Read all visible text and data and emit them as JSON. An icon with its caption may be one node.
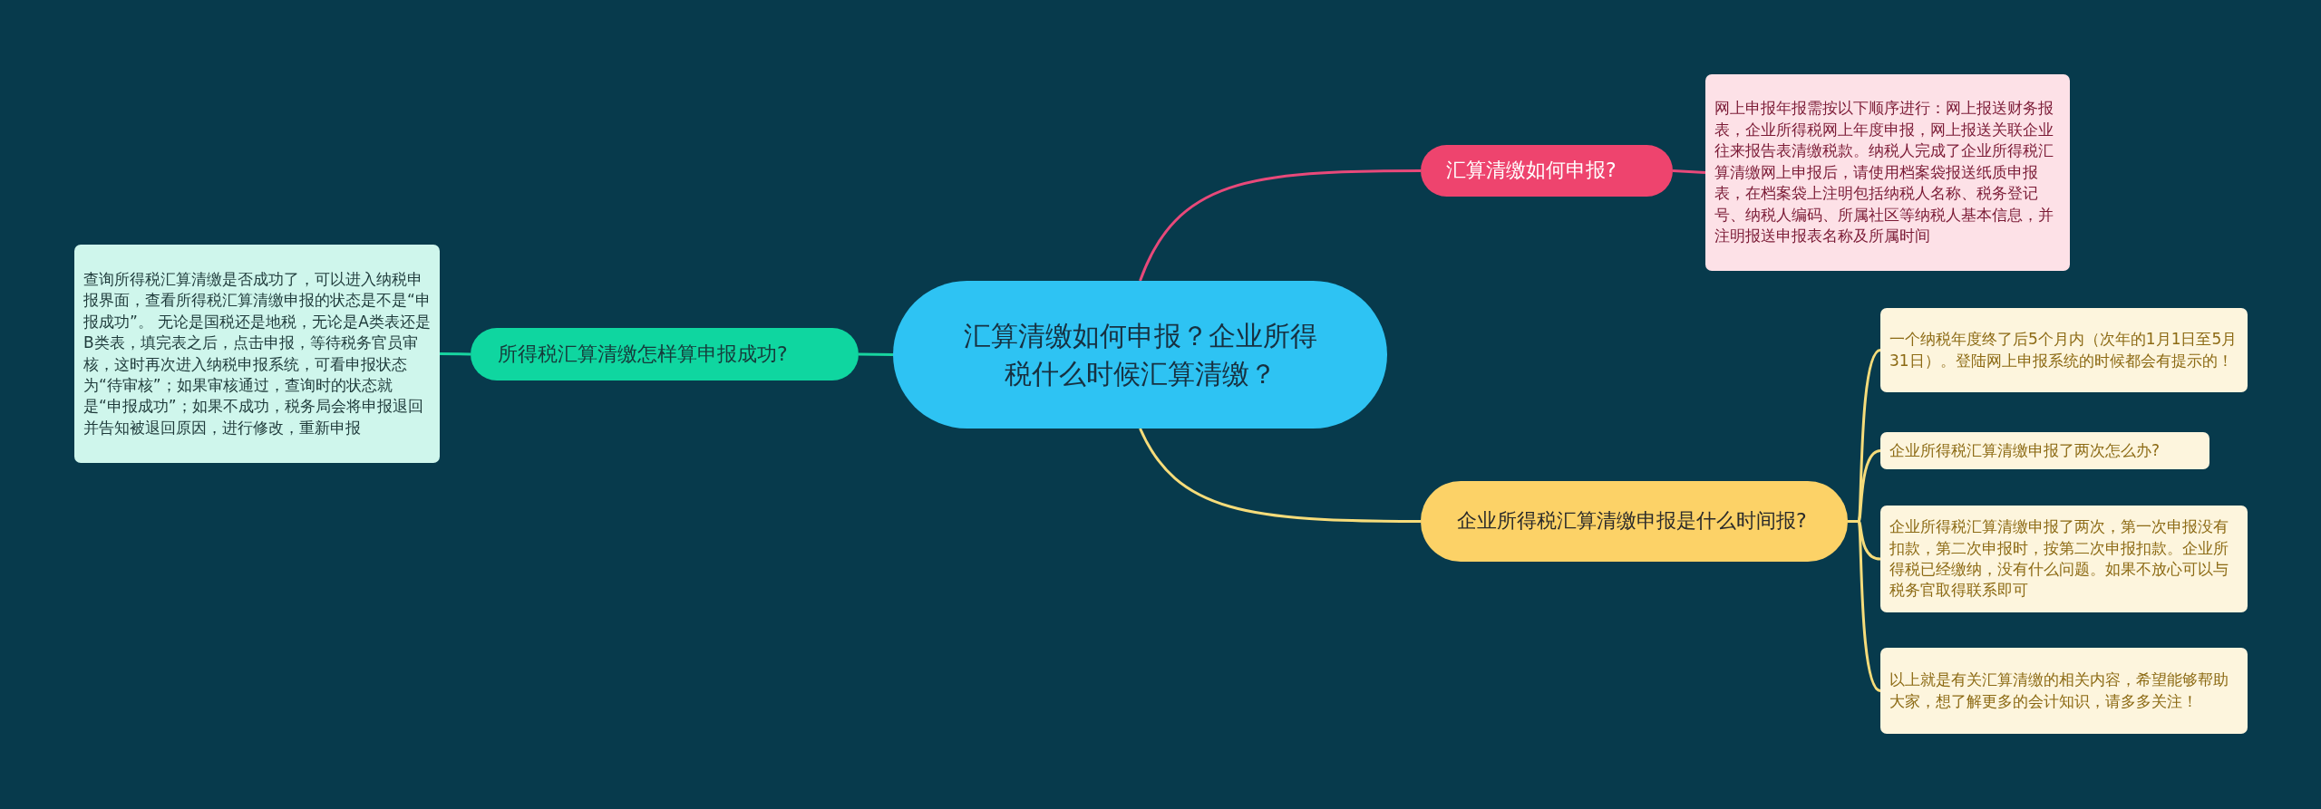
{
  "diagram": {
    "nodes": [
      {
        "text": [
          "汇算清缴如何申报？企业所得税什么时候汇算清缴？"
        ]
      },
      {
        "text": [
          "汇算清缴如何申报?"
        ]
      },
      {
        "text": [
          "网上申报年报需按以下顺序进行：网上报送财务报表，企业所得税网上年度申报，网上报送关联企业往来报告表清缴税款。纳税人完成了企业所得税汇算清缴网上申报后，请使用档案袋报送纸质申报表，在档案袋上注明包括纳税人名称、税务登记号、纳税人编码、所属社区等纳税人基本信息，并注明报送申报表名称及所属时间"
        ]
      },
      {
        "text": [
          "企业所得税汇算清缴申报是什么时间报?"
        ]
      },
      {
        "text": [
          "一个纳税年度终了后5个月内（次年的1月1日至5月31日）。登陆网上申报系统的时候都会有提示的！"
        ]
      },
      {
        "text": [
          "企业所得税汇算清缴申报了两次怎么办?"
        ]
      },
      {
        "text": [
          "企业所得税汇算清缴申报了两次，第一次申报没有扣款，第二次申报时，按第二次申报扣款。企业所得税已经缴纳，没有什么问题。如果不放心可以与税务官取得联系即可"
        ]
      },
      {
        "text": [
          "以上就是有关汇算清缴的相关内容，希望能够帮助大家，想了解更多的会计知识，请多多关注！"
        ]
      },
      {
        "text": [
          "所得税汇算清缴怎样算申报成功?"
        ]
      },
      {
        "text": [
          "查询所得税汇算清缴是否成功了，可以进入纳税申报界面，查看所得税汇算清缴申报的状态是不是“申报成功”。 无论是国税还是地税，无论是A类表还是B类表，填完表之后，点击申报，等待税务官员审核，这时再次进入纳税申报系统，可看申报状态为“待审核”；如果审核通过，查询时的状态就是“申报成功”；如果不成功，税务局会将申报退回并告知被退回原因，进行修改，重新申报"
        ]
      }
    ],
    "edges": [
      {
        "from": 0,
        "to": 1,
        "arrow": "none",
        "color": "#e8497a"
      },
      {
        "from": 1,
        "to": 2,
        "arrow": "none",
        "color": "#e8497a"
      },
      {
        "from": 0,
        "to": 3,
        "arrow": "none"
      },
      {
        "from": 3,
        "to": 4,
        "arrow": "none"
      },
      {
        "from": 3,
        "to": 5,
        "arrow": "none"
      },
      {
        "from": 3,
        "to": 6,
        "arrow": "none"
      },
      {
        "from": 3,
        "to": 7,
        "arrow": "none"
      },
      {
        "from": 0,
        "to": 8,
        "arrow": "none",
        "color": "#18d4a0"
      },
      {
        "from": 8,
        "to": 9,
        "arrow": "none",
        "color": "#18d4a0"
      }
    ]
  }
}
